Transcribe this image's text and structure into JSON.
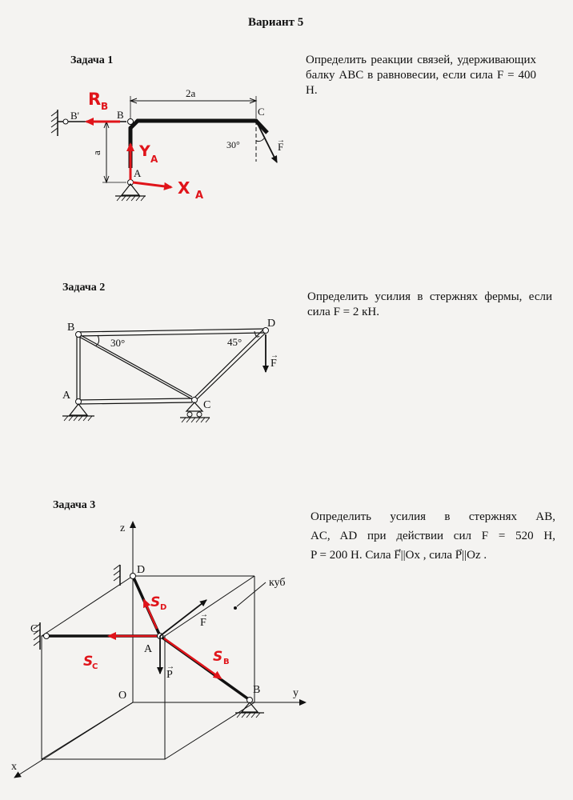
{
  "variant_title": "Вариант 5",
  "task1": {
    "title": "Задача 1",
    "text": "Определить реакции связей, удерживающих балку ABC в равновесии, если сила F = 400 Н.",
    "labels": {
      "B_prime": "B'",
      "B": "B",
      "C": "C",
      "A": "A",
      "dim_top": "2a",
      "dim_left": "a",
      "angle": "30°",
      "force": "F"
    },
    "handwritten": {
      "RB_R": "R",
      "RB_sub": "B",
      "YA_Y": "Y",
      "YA_sub": "A",
      "XA_X": "X",
      "XA_sub": "A"
    }
  },
  "task2": {
    "title": "Задача 2",
    "text": "Определить усилия в стержнях фермы, если сила F = 2 кН.",
    "labels": {
      "B": "B",
      "D": "D",
      "A": "A",
      "C": "C",
      "angle1": "30°",
      "angle2": "45°",
      "force": "F"
    }
  },
  "task3": {
    "title": "Задача 3",
    "text_line1": "Определить усилия в стержнях AB,",
    "text_line2": "AC, AD при действии сил F = 520 Н,",
    "text_line3a": "P = 200 Н. Сила ",
    "text_F": "F",
    "text_line3b": "||Ox , сила ",
    "text_P": "P",
    "text_line3c": "||Oz .",
    "labels": {
      "z": "z",
      "D": "D",
      "cube": "куб",
      "C": "C",
      "A": "A",
      "F": "F",
      "P": "P",
      "O": "O",
      "B": "B",
      "y": "y",
      "x": "x"
    },
    "handwritten": {
      "SD_S": "S",
      "SD_sub": "D",
      "SC_S": "S",
      "SC_sub": "C",
      "SB_S": "S",
      "SB_sub": "B"
    }
  }
}
